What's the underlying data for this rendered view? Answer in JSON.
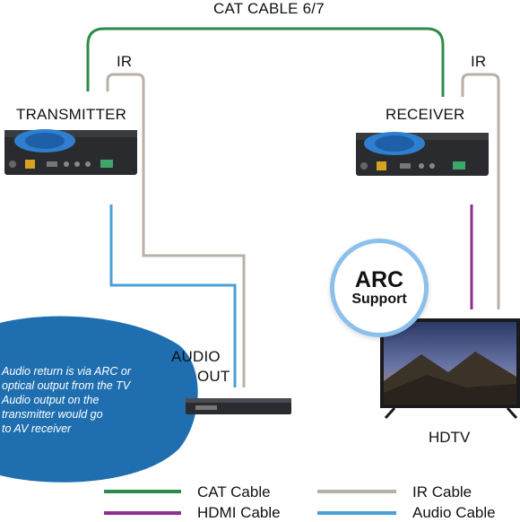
{
  "top_label": "CAT CABLE 6/7",
  "transmitter": {
    "label": "TRANSMITTER",
    "ir_label": "IR"
  },
  "receiver": {
    "label": "RECEIVER",
    "ir_label": "IR"
  },
  "audio_out": {
    "line1": "AUDIO",
    "line2": "OUT"
  },
  "arc_badge": {
    "main": "ARC",
    "sub": "Support"
  },
  "tv_label": "HDTV",
  "note_lines": [
    "Audio return is via ARC or",
    "optical output from the TV",
    "Audio output on the",
    "transmitter would go",
    "to AV receiver"
  ],
  "legend": [
    {
      "label": "CAT Cable",
      "color": "#2e8b47"
    },
    {
      "label": "IR Cable",
      "color": "#b8b0a4"
    },
    {
      "label": "HDMI Cable",
      "color": "#8e2f92"
    },
    {
      "label": "Audio Cable",
      "color": "#4aa0d6"
    }
  ],
  "colors": {
    "cat": "#2e8b47",
    "ir": "#b8b0a4",
    "hdmi": "#8e2f92",
    "audio": "#4aa0d6",
    "device_body": "#2a2b2e",
    "device_accent": "#2f7fd0",
    "note_bg": "#1f6fb0"
  }
}
